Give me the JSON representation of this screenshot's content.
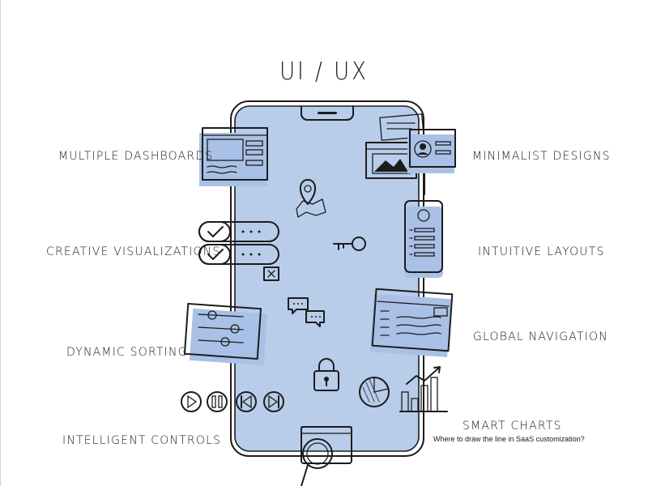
{
  "title": "UI / UX",
  "labels": {
    "multiple_dashboards": "MULTIPLE DASHBOARDS",
    "creative_visualizations": "CREATIVE VISUALIZATIONS",
    "dynamic_sorting": "DYNAMIC SORTING",
    "intelligent_controls": "INTELLIGENT CONTROLS",
    "minimalist_designs": "MINIMALIST DESIGNS",
    "intuitive_layouts": "INTUITIVE LAYOUTS",
    "global_navigation": "GLOBAL NAVIGATION",
    "smart_charts": "SMART CHARTS"
  },
  "caption": "Where to draw the line in SaaS customization?",
  "colors": {
    "phone_screen": "#b8cdea",
    "accent_blue": "#a9c1e6",
    "ink": "#1c1c1c",
    "paper": "#ffffff"
  },
  "icons": [
    "dashboard-window-icon",
    "toggle-check-icon",
    "close-box-icon",
    "slider-panel-icon",
    "play-icon",
    "pause-icon",
    "skip-back-icon",
    "skip-forward-icon",
    "location-pin-icon",
    "key-icon",
    "chat-bubbles-icon",
    "padlock-icon",
    "pie-chart-icon",
    "bar-chart-icon",
    "image-window-icon",
    "profile-card-icon",
    "mobile-layout-icon",
    "browser-window-icon",
    "magnifier-icon"
  ]
}
